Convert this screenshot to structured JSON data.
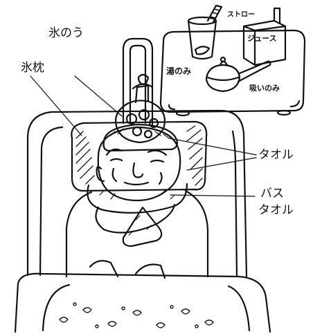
{
  "labels": {
    "hyomakura": "氷枕",
    "hyono": "氷のう",
    "towel": "タオル",
    "bath_towel_line1": "バス",
    "bath_towel_line2": "タオル"
  },
  "handwritten": {
    "straw": "ストロー",
    "juice": "ジュース",
    "yunomi": "湯のみ",
    "suinomi": "吸いのみ"
  },
  "colors": {
    "ink": "#111111",
    "paper": "#ffffff"
  }
}
